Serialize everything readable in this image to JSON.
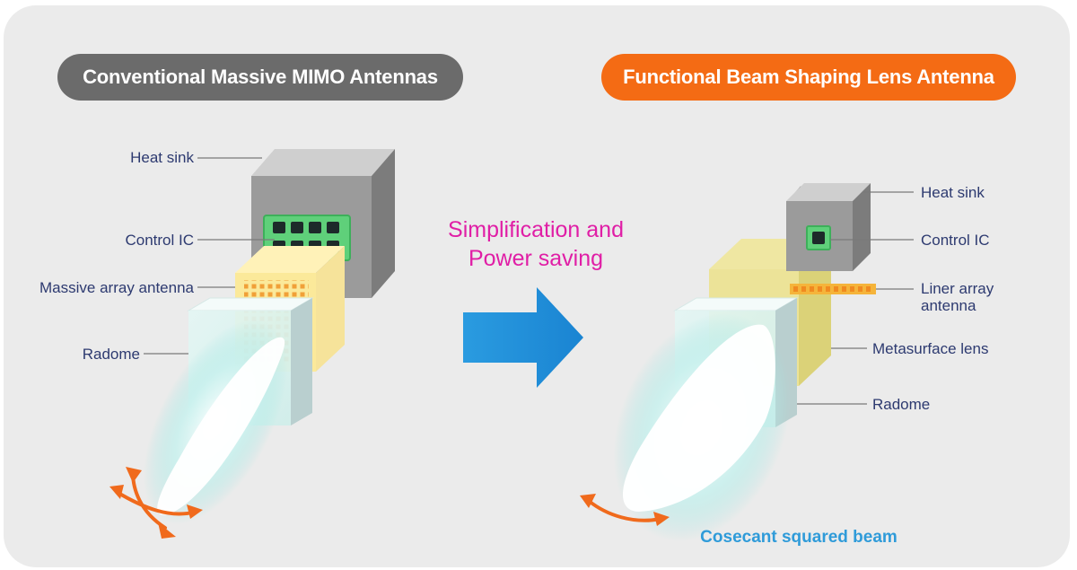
{
  "left_title": "Conventional Massive MIMO Antennas",
  "right_title": "Functional Beam Shaping Lens Antenna",
  "center_text": {
    "line1": "Simplification and",
    "line2": "Power saving"
  },
  "left_labels": {
    "heat_sink": "Heat sink",
    "control_ic": "Control IC",
    "massive_array": "Massive array antenna",
    "radome": "Radome"
  },
  "right_labels": {
    "heat_sink": "Heat sink",
    "control_ic": "Control IC",
    "liner_array_line1": "Liner array",
    "liner_array_line2": "antenna",
    "metasurface_lens": "Metasurface lens",
    "radome": "Radome"
  },
  "beam_label": "Cosecant squared beam",
  "colors": {
    "panel_bg": "#ebebeb",
    "left_pill": "#6b6b6b",
    "right_pill": "#f46b14",
    "label_text": "#2d3a70",
    "center_text": "#e01ea6",
    "arrow_blue": "#1e90dc",
    "beam_label": "#2f9bd9",
    "orange_arrows": "#f06a1c"
  }
}
